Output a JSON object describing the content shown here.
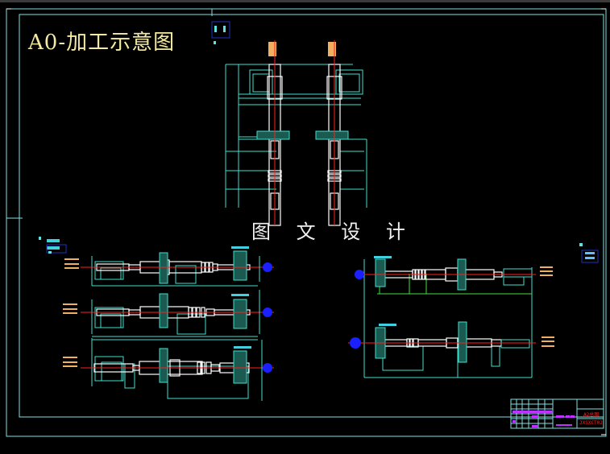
{
  "drawing": {
    "title": "A0-加工示意图",
    "watermark": "图 文 设 计",
    "colors": {
      "background": "#000000",
      "frame": "#7fe0e0",
      "outline": "#ffffff",
      "dimension": "#40e0d0",
      "centerline": "#ff2020",
      "title_text": "#f3e9a0",
      "annotation": "#f0b060",
      "hatch": "#30c0b0",
      "tool_blue": "#2030ff",
      "green_fixture": "#40e040",
      "titleblock_magenta": "#c030ff"
    },
    "views": [
      {
        "name": "top-vertical-view-left",
        "orientation": "vertical"
      },
      {
        "name": "top-vertical-view-right",
        "orientation": "vertical"
      },
      {
        "name": "left-horizontal-view-1",
        "orientation": "horizontal"
      },
      {
        "name": "left-horizontal-view-2",
        "orientation": "horizontal"
      },
      {
        "name": "left-horizontal-view-3",
        "orientation": "horizontal"
      },
      {
        "name": "right-horizontal-view-1",
        "orientation": "horizontal"
      },
      {
        "name": "right-horizontal-view-2",
        "orientation": "horizontal"
      }
    ],
    "title_block": {
      "drawing_name": "A2总图",
      "drawing_number": "JXSXCT02"
    }
  }
}
